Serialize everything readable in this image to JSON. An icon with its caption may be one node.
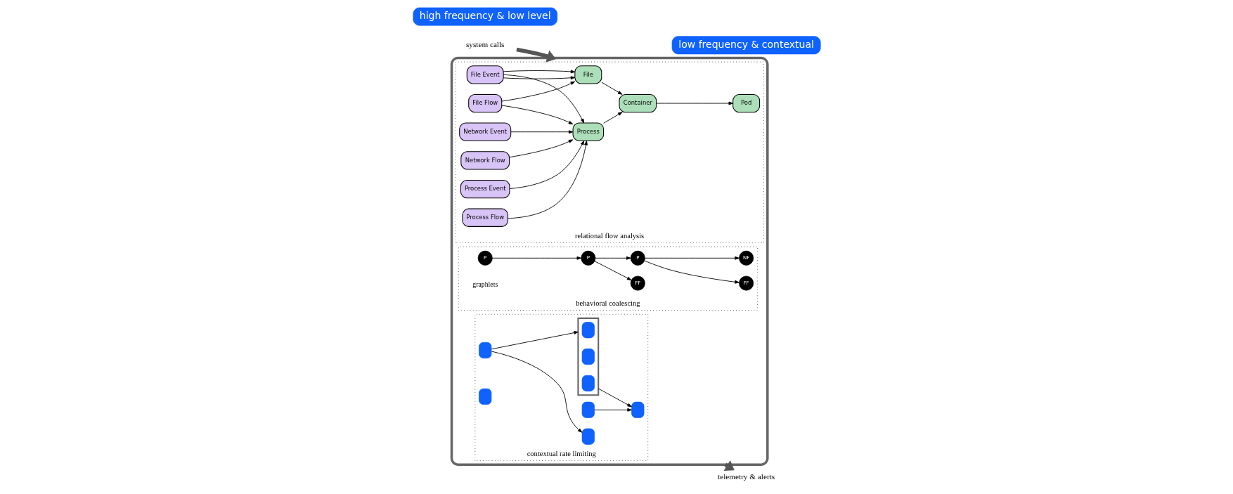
{
  "diagram": {
    "nodes": [
      {
        "text": [
          "system calls"
        ]
      },
      {
        "text": [
          "high frequency & low level"
        ]
      },
      {
        "text": [],
        "shape": "cylinder"
      },
      {
        "text": [
          "relational flow analysis"
        ],
        "in": 2
      },
      {
        "text": [
          "File"
        ],
        "in": 3
      },
      {
        "text": [
          "Container"
        ],
        "in": 3
      },
      {
        "text": [
          "Pod"
        ],
        "in": 3
      },
      {
        "text": [
          "File Event"
        ],
        "in": 3
      },
      {
        "text": [
          "File Flow"
        ],
        "in": 3
      },
      {
        "text": [
          "Process"
        ],
        "in": 3
      },
      {
        "text": [
          "Network Event"
        ],
        "in": 3
      },
      {
        "text": [
          "Network Flow"
        ],
        "in": 3
      },
      {
        "text": [
          "Process Event"
        ],
        "in": 3
      },
      {
        "text": [
          "Process Flow"
        ],
        "in": 3
      },
      {
        "text": [
          "behavioral coalescing"
        ],
        "in": 2
      },
      {
        "text": [
          "P"
        ],
        "in": 14
      },
      {
        "text": [
          "P"
        ],
        "in": 14
      },
      {
        "text": [
          "FF"
        ],
        "in": 14
      },
      {
        "text": [
          "P"
        ],
        "in": 14
      },
      {
        "text": [
          "FF"
        ],
        "in": 14
      },
      {
        "text": [
          "NF"
        ],
        "in": 14
      },
      {
        "text": [
          "contextual rate limiting"
        ],
        "in": 2
      },
      {
        "text": [],
        "shape": "box",
        "in": 21
      },
      {
        "text": [],
        "shape": "box",
        "in": 21
      },
      {
        "text": [],
        "shape": "box",
        "in": 23
      },
      {
        "text": [],
        "shape": "box",
        "in": 23
      },
      {
        "text": [],
        "shape": "box",
        "in": 23
      },
      {
        "text": [],
        "shape": "box",
        "in": 21
      },
      {
        "text": [],
        "shape": "box",
        "in": 21
      },
      {
        "text": [],
        "shape": "box",
        "in": 21
      },
      {
        "text": [],
        "shape": "box",
        "in": 21
      },
      {
        "text": [
          "telemetry & alerts"
        ]
      },
      {
        "text": [
          "low frequency & contextual"
        ]
      }
    ],
    "edges": [
      {
        "from": 0,
        "to": 2,
        "arrow": "to",
        "style": "thick",
        "color": "#555555"
      },
      {
        "from": 8,
        "to": 4,
        "arrow": "to"
      },
      {
        "from": 4,
        "to": 5,
        "arrow": "to"
      },
      {
        "from": 5,
        "to": 6,
        "arrow": "to"
      },
      {
        "from": 7,
        "to": 4,
        "arrow": "to"
      },
      {
        "from": 7,
        "to": 4,
        "arrow": "to"
      },
      {
        "from": 7,
        "to": 9,
        "arrow": "to"
      },
      {
        "from": 8,
        "to": 9,
        "arrow": "to"
      },
      {
        "from": 9,
        "to": 5,
        "arrow": "to"
      },
      {
        "from": 10,
        "to": 9,
        "arrow": "to"
      },
      {
        "from": 11,
        "to": 9,
        "arrow": "to"
      },
      {
        "from": 12,
        "to": 9,
        "arrow": "to"
      },
      {
        "from": 13,
        "to": 9,
        "arrow": "to"
      },
      {
        "from": 15,
        "to": 16,
        "arrow": "to"
      },
      {
        "from": 16,
        "to": 17,
        "arrow": "to"
      },
      {
        "from": 16,
        "to": 18,
        "arrow": "to"
      },
      {
        "from": 18,
        "to": 19,
        "arrow": "to"
      },
      {
        "from": 18,
        "to": 20,
        "arrow": "to"
      },
      {
        "from": 22,
        "to": 23,
        "arrow": "to"
      },
      {
        "from": 22,
        "to": 27,
        "arrow": "to"
      },
      {
        "from": 23,
        "to": 30,
        "arrow": "to"
      },
      {
        "from": 29,
        "to": 30,
        "arrow": "to"
      },
      {
        "from": 2,
        "to": 31,
        "arrow": "to",
        "style": "thick",
        "color": "#555555"
      }
    ],
    "labels": [
      "graphlets"
    ]
  }
}
